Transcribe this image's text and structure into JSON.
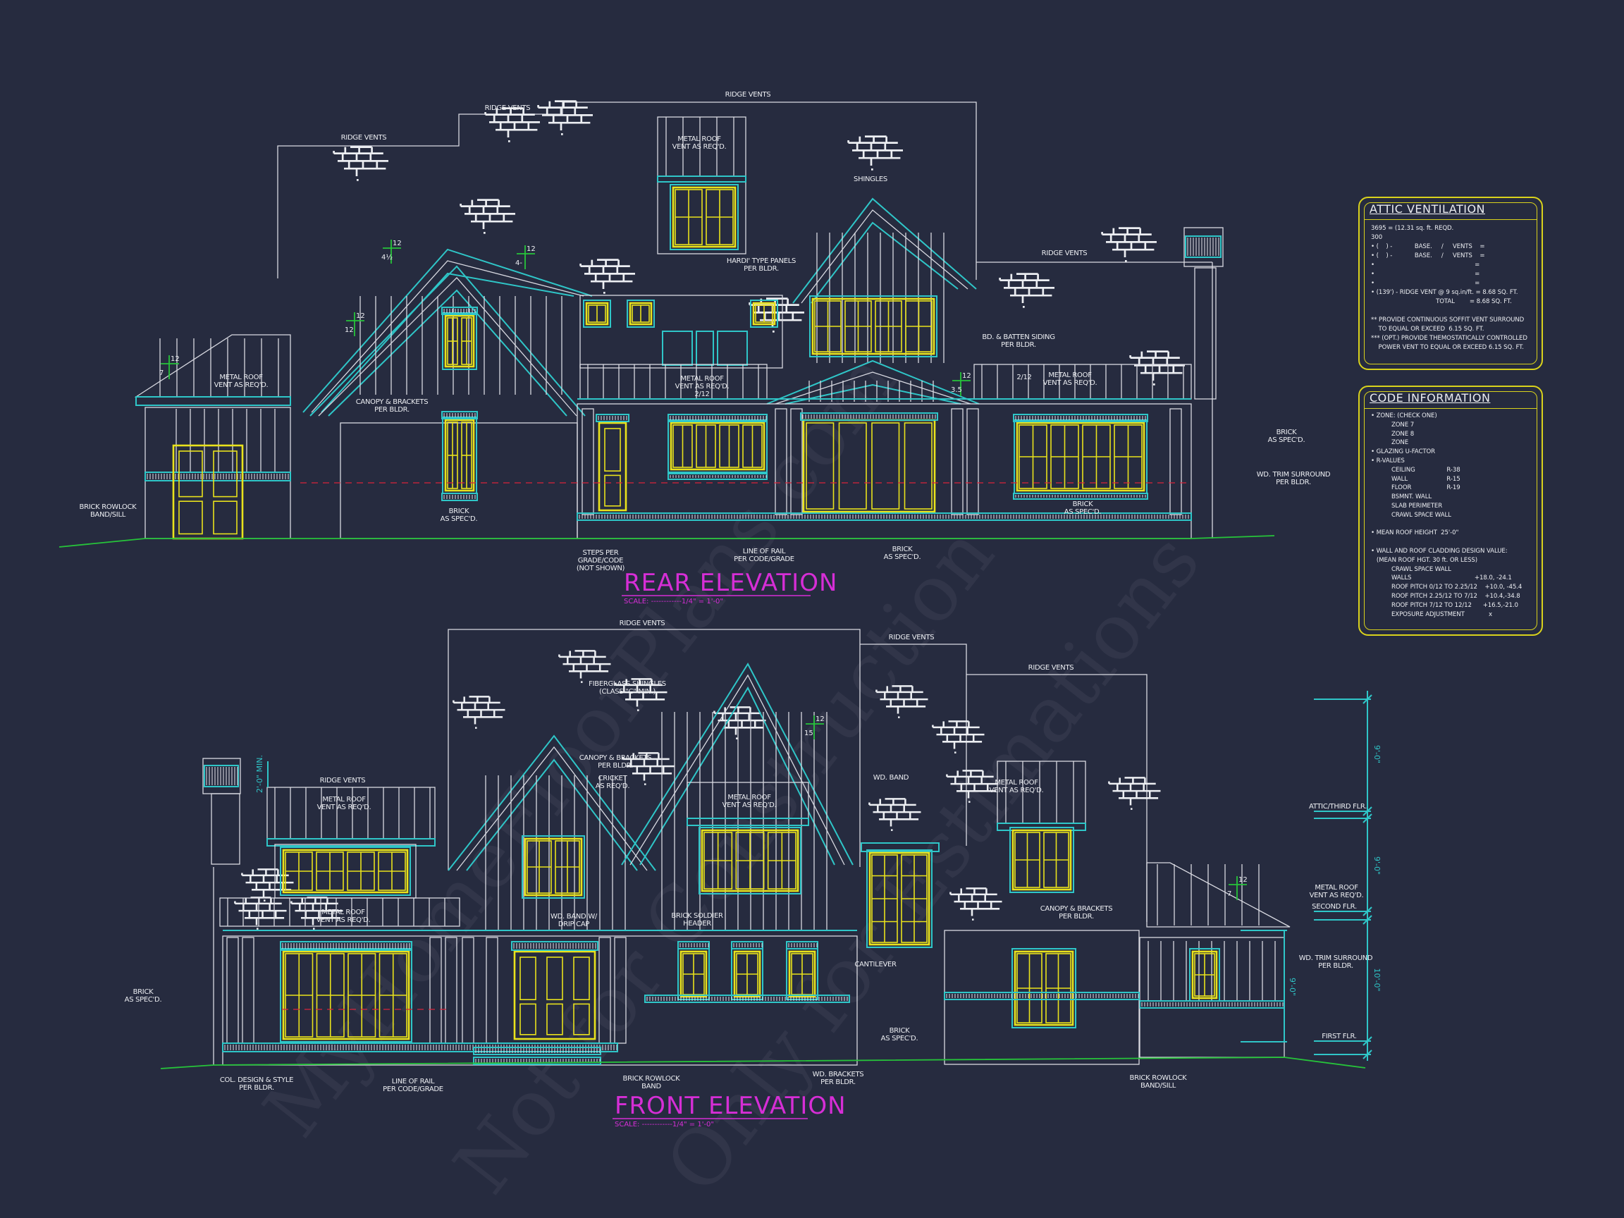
{
  "colors": {
    "background": "#262b3f",
    "lines": "#d9dae2",
    "trim": "#2fc6c8",
    "windows": "#e9e21c",
    "grade": "#26c43a",
    "titles": "#d62ed6",
    "rail_line": "#d8243a",
    "panel_border": "#d9d21c"
  },
  "watermark": [
    "MyHomeFloorPlans.com",
    "Not for Construction",
    "Only for Estimations"
  ],
  "rear_elevation": {
    "title": "REAR ELEVATION",
    "scale": "SCALE: ------------1/4\" = 1'-0\"",
    "labels": [
      [
        "RIDGE VENTS"
      ],
      [
        "RIDGE VENTS"
      ],
      [
        "RIDGE VENTS"
      ],
      [
        "RIDGE VENTS"
      ],
      [
        "METAL ROOF",
        "VENT AS REQ'D."
      ],
      [
        "SHINGLES"
      ],
      [
        "HARDI' TYPE PANELS",
        "PER BLDR."
      ],
      [
        "BD. & BATTEN SIDING",
        "PER BLDR."
      ],
      [
        "METAL ROOF",
        "VENT AS REQ'D."
      ],
      [
        "CANOPY & BRACKETS",
        "PER BLDR."
      ],
      [
        "METAL ROOF",
        "VENT AS REQ'D.",
        "2/12"
      ],
      [
        "2/12"
      ],
      [
        "METAL ROOF",
        "VENT AS REQ'D."
      ],
      [
        "BRICK",
        "AS SPEC'D."
      ],
      [
        "WD. TRIM SURROUND",
        "PER BLDR."
      ],
      [
        "BRICK",
        "AS SPEC'D."
      ],
      [
        "BRICK ROWLOCK",
        "BAND/SILL"
      ],
      [
        "BRICK",
        "AS SPEC'D."
      ],
      [
        "STEPS PER",
        "GRADE/CODE",
        "(NOT SHOWN)"
      ],
      [
        "LINE OF RAIL",
        "PER CODE/GRADE"
      ],
      [
        "BRICK",
        "AS SPEC'D."
      ]
    ],
    "pitches": [
      [
        "12",
        "4½"
      ],
      [
        "12",
        "4-"
      ],
      [
        "12",
        "12"
      ],
      [
        "12",
        "7"
      ],
      [
        "12",
        "3.5"
      ]
    ]
  },
  "front_elevation": {
    "title": "FRONT ELEVATION",
    "scale": "SCALE: ------------1/4\" = 1'-0\"",
    "labels": [
      [
        "RIDGE VENTS"
      ],
      [
        "RIDGE VENTS"
      ],
      [
        "RIDGE VENTS"
      ],
      [
        "RIDGE VENTS"
      ],
      [
        "FIBERGLASS SHINGLES",
        "(CLASS \"C\" MIN.)"
      ],
      [
        "CANOPY & BRACKETS",
        "PER BLDR."
      ],
      [
        "CRICKET",
        "AS REQ'D."
      ],
      [
        "METAL ROOF",
        "VENT AS REQ'D."
      ],
      [
        "METAL ROOF",
        "VENT AS REQ'D."
      ],
      [
        "METAL ROOF",
        "VENT AS REQ'D."
      ],
      [
        "METAL ROOF",
        "VENT AS REQ'D."
      ],
      [
        "METAL ROOF",
        "VENT AS REQ'D."
      ],
      [
        "WD. BAND"
      ],
      [
        "WD. BAND W/",
        "DRIP CAP"
      ],
      [
        "BRICK SOLDIER",
        "HEADER"
      ],
      [
        "CANOPY & BRACKETS",
        "PER BLDR."
      ],
      [
        "CANTILEVER"
      ],
      [
        "WD. TRIM SURROUND",
        "PER BLDR."
      ],
      [
        "BRICK",
        "AS SPEC'D."
      ],
      [
        "BRICK",
        "AS SPEC'D."
      ],
      [
        "COL. DESIGN & STYLE",
        "PER BLDR."
      ],
      [
        "LINE OF RAIL",
        "PER CODE/GRADE"
      ],
      [
        "BRICK ROWLOCK",
        "BAND"
      ],
      [
        "WD. BRACKETS",
        "PER BLDR."
      ],
      [
        "BRICK ROWLOCK",
        "BAND/SILL"
      ]
    ],
    "pitches": [
      [
        "12",
        "15"
      ],
      [
        "12",
        "7"
      ]
    ],
    "chimney_dim": "2'-0\" MIN.",
    "levels": [
      "ATTIC/THIRD FLR.",
      "SECOND FLR.",
      "FIRST FLR."
    ],
    "level_dims": [
      "9'-0\"",
      "9'-0\"",
      "10'-0\"",
      "9'-0\""
    ]
  },
  "attic_ventilation": {
    "title": "ATTIC VENTILATION",
    "rows": [
      "3695 = (12.31 sq. ft. REQD.",
      "300",
      "• (    ) -            BASE.     /     VENTS    =",
      "• (    ) -            BASE.     /     VENTS    =",
      "•                                                      =",
      "•                                                      =",
      "•                                                      =",
      "• (139') - RIDGE VENT @ 9 sq.in/ft. = 8.68 SQ. FT.",
      "                                   TOTAL        = 8.68 SQ. FT.",
      "",
      "** PROVIDE CONTINUOUS SOFFIT VENT SURROUND",
      "    TO EQUAL OR EXCEED  6.15 SQ. FT.",
      "*** (OPT.) PROVIDE THEMOSTATICALLY CONTROLLED",
      "    POWER VENT TO EQUAL OR EXCEED 6.15 SQ. FT."
    ]
  },
  "code_information": {
    "title": "CODE INFORMATION",
    "rows": [
      "• ZONE: (CHECK ONE)",
      "           ZONE 7",
      "           ZONE 8",
      "           ZONE",
      "• GLAZING U-FACTOR",
      "• R-VALUES",
      "           CEILING                 R-38",
      "           WALL                     R-15",
      "           FLOOR                   R-19",
      "           BSMNT. WALL",
      "           SLAB PERIMETER",
      "           CRAWL SPACE WALL",
      "",
      "• MEAN ROOF HEIGHT  25'-0\"",
      "",
      "• WALL AND ROOF CLADDING DESIGN VALUE:",
      "   (MEAN ROOF HGT. 30 ft. OR LESS)",
      "           CRAWL SPACE WALL",
      "           WALLS                                  +18.0, -24.1",
      "           ROOF PITCH 0/12 TO 2.25/12    +10.0, -45.4",
      "           ROOF PITCH 2.25/12 TO 7/12    +10.4,-34.8",
      "           ROOF PITCH 7/12 TO 12/12      +16.5,-21.0",
      "           EXPOSURE ADJUSTMENT             x"
    ]
  }
}
